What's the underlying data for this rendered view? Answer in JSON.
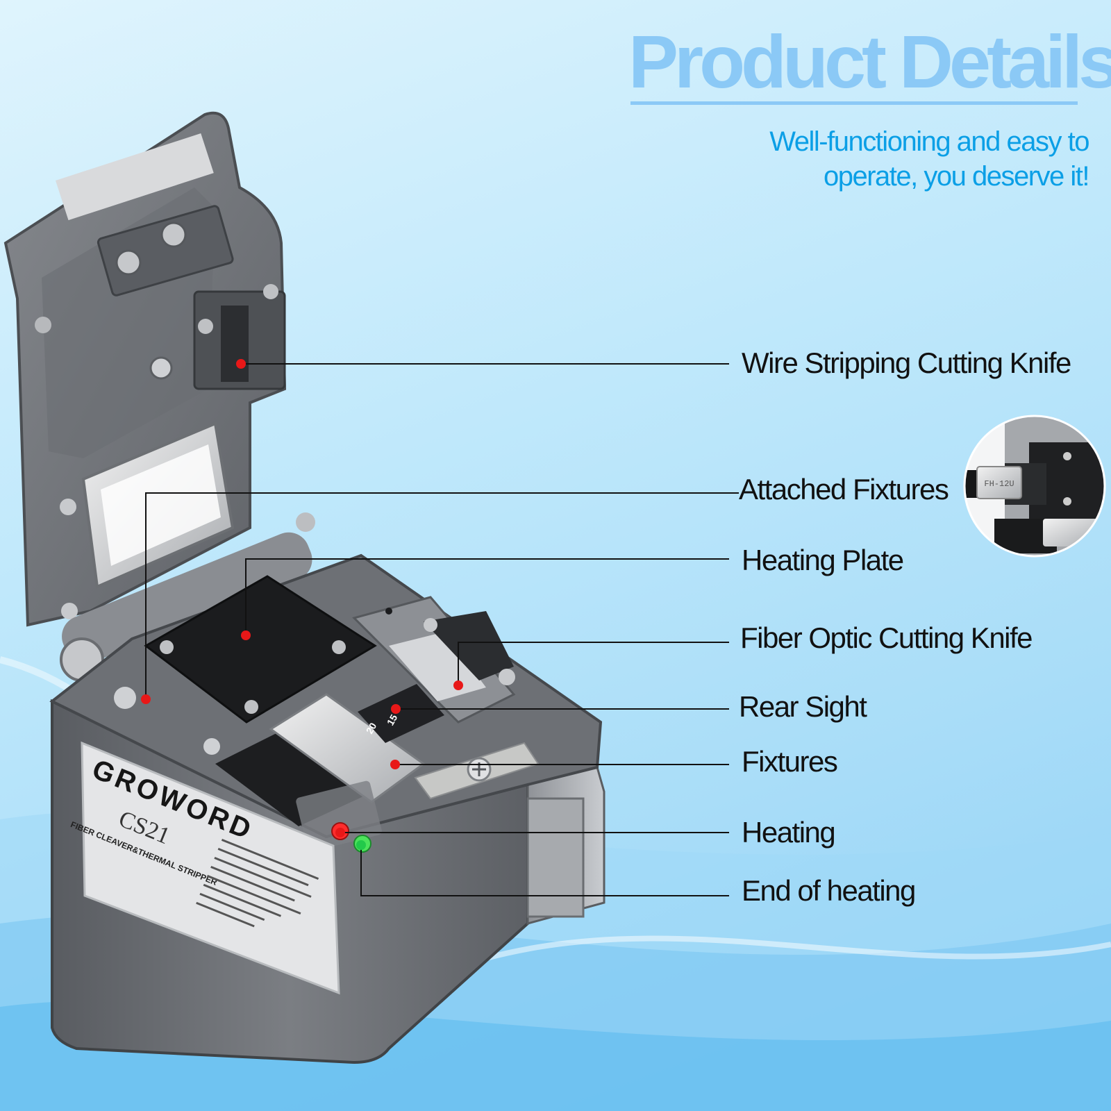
{
  "header": {
    "title": "Product Details",
    "tagline_line1": "Well-functioning and easy to",
    "tagline_line2": "operate, you deserve it!"
  },
  "product": {
    "brand": "GROWORD",
    "model": "CS21",
    "descriptor": "FIBER CLEAVER&THERMAL STRIPPER",
    "fixture_code": "FH-12U",
    "scale_marks": [
      "20",
      "15"
    ]
  },
  "callouts": [
    {
      "label": "Wire Stripping Cutting Knife",
      "dot_color": "#e81818"
    },
    {
      "label": "Attached Fixtures",
      "dot_color": "#e81818"
    },
    {
      "label": "Heating Plate",
      "dot_color": "#e81818"
    },
    {
      "label": "Fiber Optic Cutting Knife",
      "dot_color": "#e81818"
    },
    {
      "label": "Rear Sight",
      "dot_color": "#e81818"
    },
    {
      "label": "Fixtures",
      "dot_color": "#e81818"
    },
    {
      "label": "Heating",
      "dot_color": "#e81818"
    },
    {
      "label": "End of heating",
      "dot_color": "#22c94a"
    }
  ],
  "colors": {
    "title": "#8bc9f6",
    "tagline": "#0b9fe6",
    "label": "#111111",
    "device_body": "#6f7277"
  }
}
